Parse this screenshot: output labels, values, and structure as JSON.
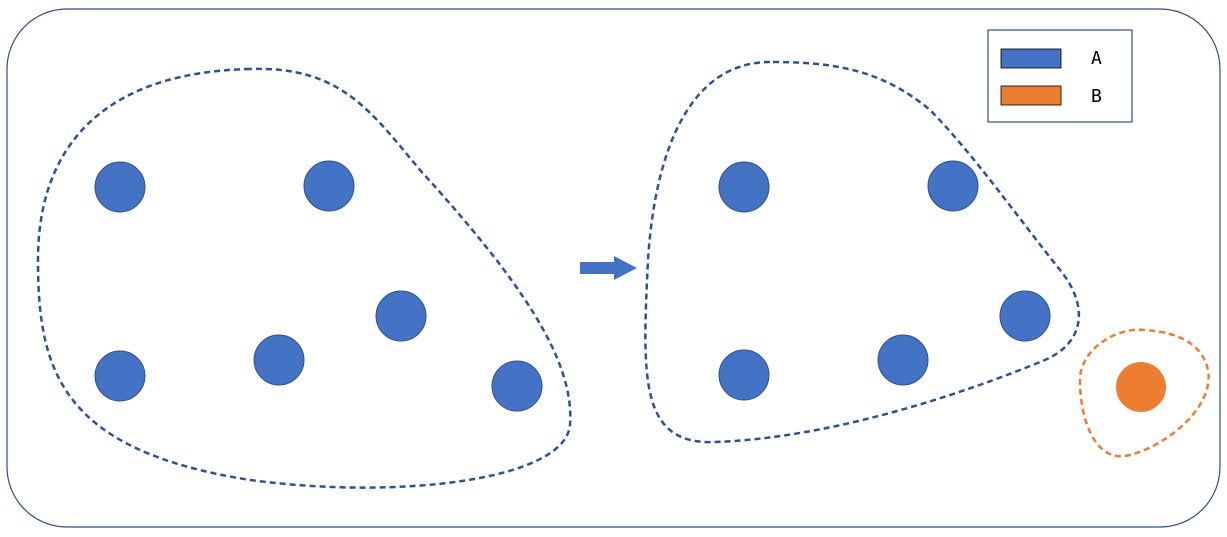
{
  "colors": {
    "frame": "#2f4f7f",
    "group_a_outline": "#2f528f",
    "group_a_node": "#4472c4",
    "group_a_node_border": "#2f528f",
    "group_b_outline": "#ed7d31",
    "group_b_node": "#ed7d31",
    "arrow": "#4472c4",
    "legend_border": "#2f4f7f"
  },
  "legend": {
    "items": [
      {
        "label": "A",
        "color": "#4472c4"
      },
      {
        "label": "B",
        "color": "#ed7d31"
      }
    ]
  },
  "before": {
    "node_count_a": 6
  },
  "after": {
    "node_count_a": 5,
    "node_count_b": 1
  },
  "icons": {
    "transition": "right-arrow-icon"
  }
}
